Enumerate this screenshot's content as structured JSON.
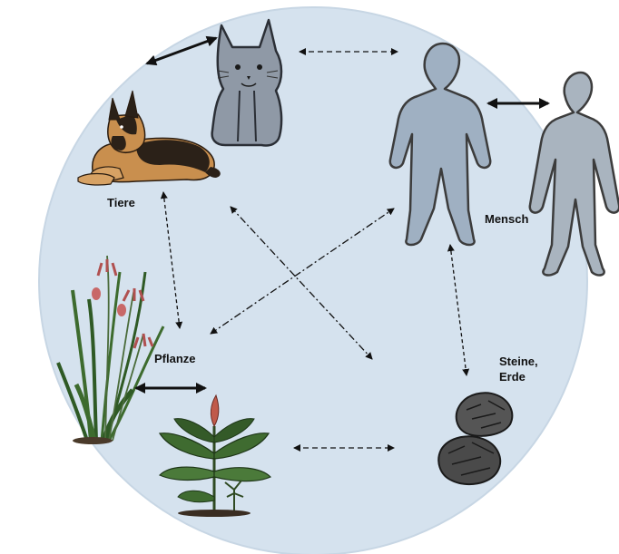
{
  "labels": {
    "animals": "Tiere",
    "human": "Mensch",
    "plant": "Pflanze",
    "stones_line1": "Steine,",
    "stones_line2": "Erde"
  },
  "colors": {
    "circle_fill": "#d5e2ee",
    "human_fill": "#9fb0c2",
    "human_stroke": "#3c3c3c",
    "cat_fill": "#8f99a6",
    "arrow": "#111111"
  },
  "icons": [
    "dog-icon",
    "cat-icon",
    "human-icon",
    "human-icon",
    "flower-plant-icon",
    "leafy-plant-icon",
    "stone-icon",
    "stone-icon"
  ]
}
